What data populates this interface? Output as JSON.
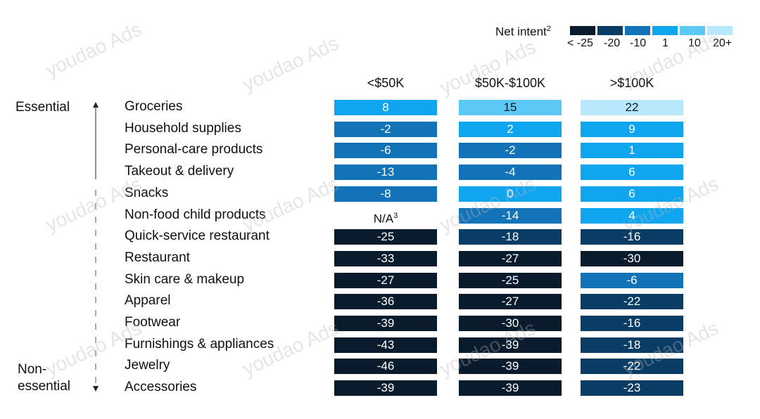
{
  "legend": {
    "title": "Net intent",
    "title_sup": "2",
    "labels": [
      "< -25",
      "-20",
      "-10",
      "1",
      "10",
      "20+"
    ],
    "colors": [
      "#0a1b2e",
      "#0a3d66",
      "#1273b8",
      "#10a6ef",
      "#5cc8f5",
      "#b8e8fb"
    ]
  },
  "side_labels": {
    "top": "Essential",
    "bottom_line1": "Non-",
    "bottom_line2": "essential"
  },
  "chart_data": {
    "type": "table",
    "columns": [
      "<$50K",
      "$50K-$100K",
      ">$100K"
    ],
    "rows": [
      {
        "label": "Groceries",
        "values": [
          "8",
          "15",
          "22"
        ]
      },
      {
        "label": "Household supplies",
        "values": [
          "-2",
          "2",
          "9"
        ]
      },
      {
        "label": "Personal-care products",
        "values": [
          "-6",
          "-2",
          "1"
        ]
      },
      {
        "label": "Takeout & delivery",
        "values": [
          "-13",
          "-4",
          "6"
        ]
      },
      {
        "label": "Snacks",
        "values": [
          "-8",
          "0",
          "6"
        ]
      },
      {
        "label": "Non-food child products",
        "values": [
          "N/A",
          "-14",
          "4"
        ]
      },
      {
        "label": "Quick-service restaurant",
        "values": [
          "-25",
          "-18",
          "-16"
        ]
      },
      {
        "label": "Restaurant",
        "values": [
          "-33",
          "-27",
          "-30"
        ]
      },
      {
        "label": "Skin care & makeup",
        "values": [
          "-27",
          "-25",
          "-6"
        ]
      },
      {
        "label": "Apparel",
        "values": [
          "-36",
          "-27",
          "-22"
        ]
      },
      {
        "label": "Footwear",
        "values": [
          "-39",
          "-30",
          "-16"
        ]
      },
      {
        "label": "Furnishings & appliances",
        "values": [
          "-43",
          "-39",
          "-18"
        ]
      },
      {
        "label": "Jewelry",
        "values": [
          "-46",
          "-39",
          "-22"
        ]
      },
      {
        "label": "Accessories",
        "values": [
          "-39",
          "-39",
          "-23"
        ]
      }
    ],
    "na_sup": "3"
  },
  "watermark_text": "youdao Ads"
}
